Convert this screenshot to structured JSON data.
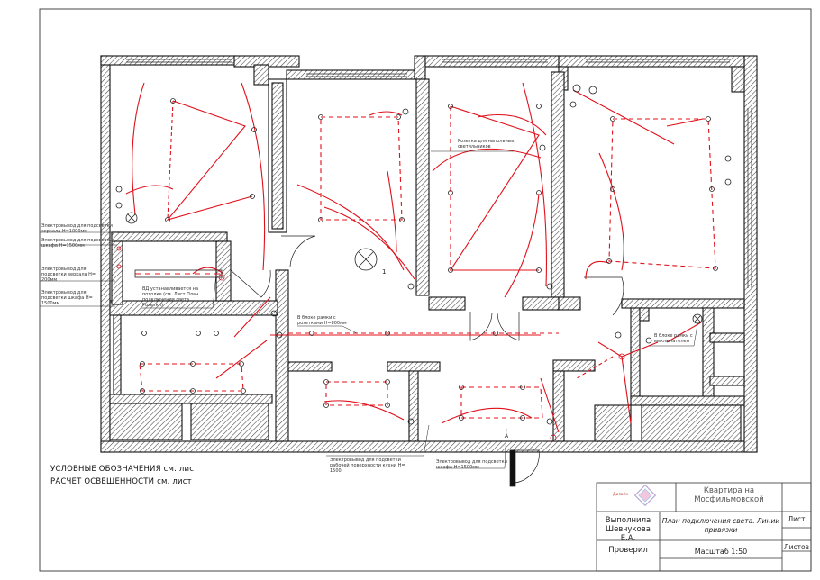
{
  "legend": {
    "symbols_note": "УСЛОВНЫЕ ОБОЗНАЧЕНИЯ см. лист",
    "lighting_calc_note": "РАСЧЕТ ОСВЕЩЕННОСТИ см. лист"
  },
  "notes": {
    "bath_mirror": "Электровывод для подсветки\nзеркала Н=1000мм",
    "bath_shelf": "Электровывод для подсветки\nшкафа Н=1500мм",
    "bath_mirror2": "Электровывод для\nподсветки зеркала Н=\n200мм",
    "bath_cabinet": "Электровывод для\nподсветки шкафа Н=\n1500мм",
    "ceiling_slot": "ВД устанавливается на\nпотолке (см. Лист План\nподключения света\nРозетки)",
    "socket_block": "В блоке рамки с\nрозетками Н=800мм",
    "floor_socket": "Розетка для напольных\nсветильников",
    "corridor_frame": "В блоке рамки с\nвыключателем",
    "kitchen_work": "Электровывод для подсветки\nрабочей поверхности кухни Н=\n1500",
    "kitchen_cabinet": "Электровывод для подсветки\nшкафа Н=1500мм",
    "hall_number": "1",
    "switch_label": "А"
  },
  "title_block": {
    "company": "Дизайн",
    "project": "Квартира на\nМосфильмовской",
    "sheet_title": "План подключения света. Линии\nпривязки",
    "performed_label": "Выполнила\nШевчукова Е.А.",
    "checked_label": "Проверил",
    "sheet_label": "Лист",
    "sheets_label": "Листов",
    "scale": "Масштаб 1:50"
  },
  "colors": {
    "wall": "#111111",
    "hatch": "#333333",
    "wiring": "#e0101a",
    "fixture": "#222222"
  }
}
